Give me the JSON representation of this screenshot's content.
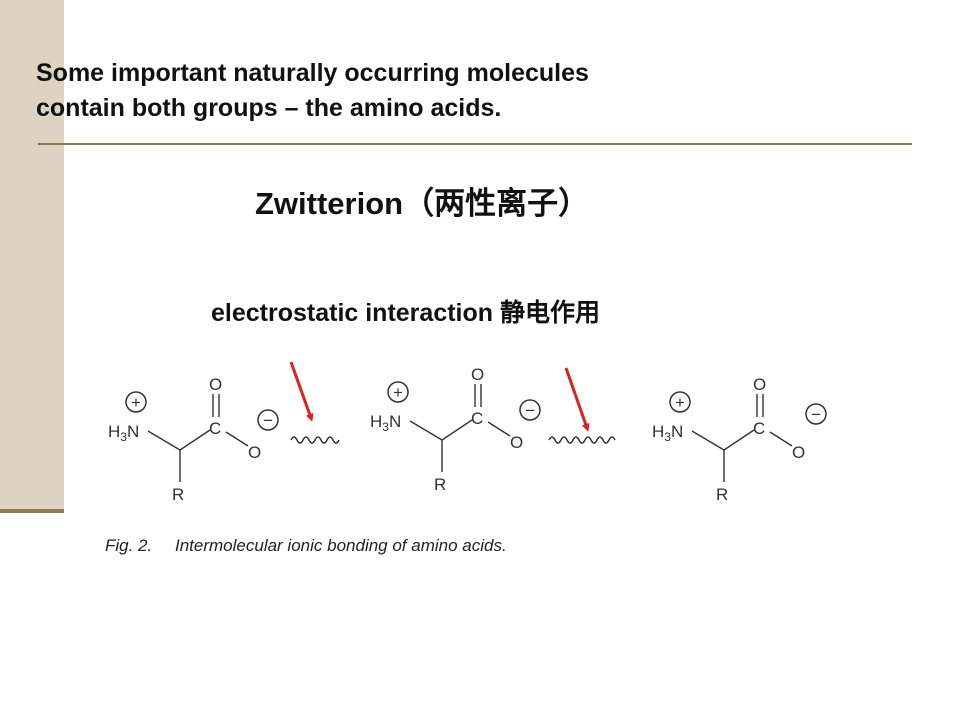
{
  "heading": {
    "line1": "Some important naturally occurring molecules",
    "line2": "contain both groups – the amino acids."
  },
  "zwitterion_label": "Zwitterion（两性离子）",
  "electrostatic_label": "electrostatic interaction 静电作用",
  "figure": {
    "molecule_labels": {
      "plus": "+",
      "minus": "−",
      "amine": "H3N",
      "carbon": "C",
      "oxygen": "O",
      "r_group": "R"
    },
    "caption_label": "Fig. 2.",
    "caption_text": "Intermolecular ionic bonding of amino acids."
  },
  "colors": {
    "sidebar": "#dcd3c2",
    "rule": "#8a7a56",
    "arrow": "#e02020",
    "bond": "#333333"
  }
}
